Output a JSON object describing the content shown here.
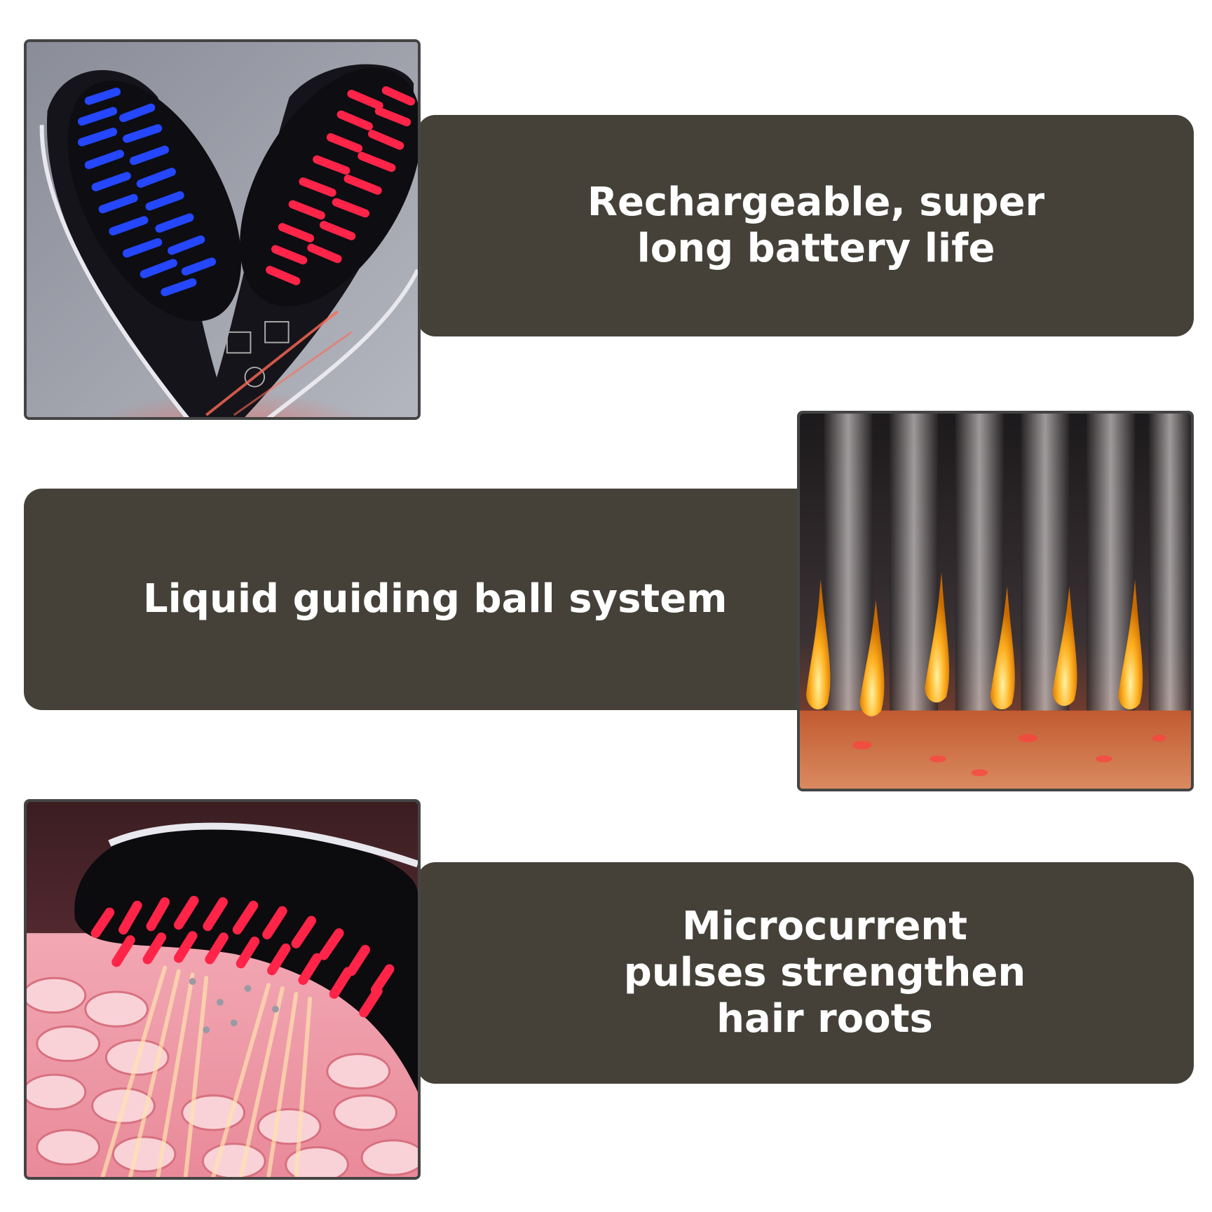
{
  "features": [
    {
      "text": "Rechargeable, super long battery life"
    },
    {
      "text": "Liquid guiding ball system"
    },
    {
      "text": "Microcurrent pulses strengthen hair roots"
    }
  ],
  "colors": {
    "panel": "#454139",
    "text": "#ffffff",
    "blue_led": "#2447ff",
    "red_led": "#ff2448",
    "gold_drop": "#ffb020"
  }
}
